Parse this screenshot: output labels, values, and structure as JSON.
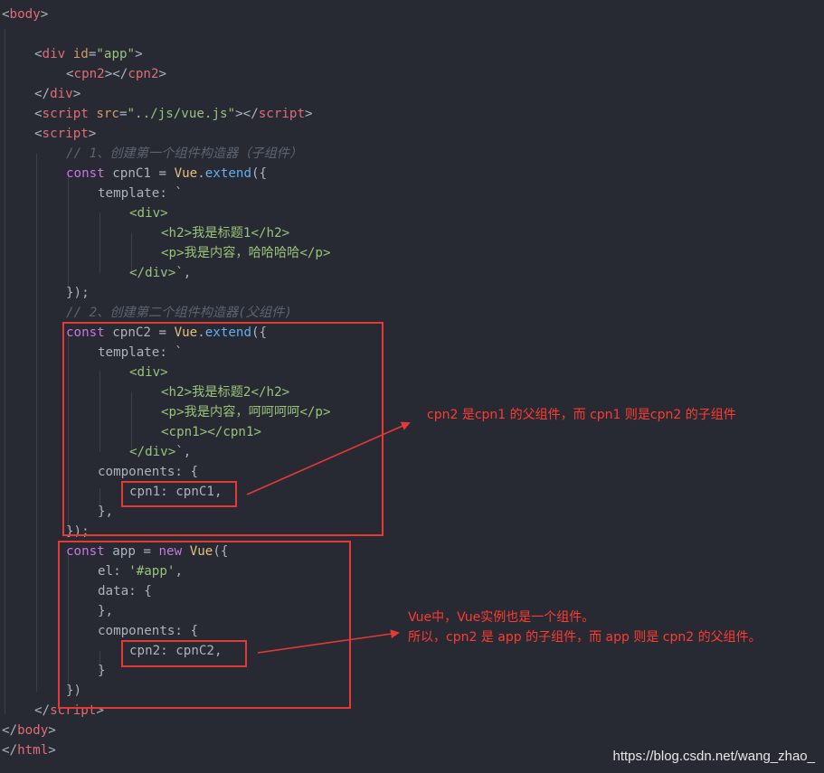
{
  "theme": {
    "background": "#272a33",
    "default": "#abb2bf",
    "tag": "#e06c75",
    "tag_bracket": "#abb2bf",
    "attr": "#d19a66",
    "string": "#98c379",
    "keyword": "#c678dd",
    "identifier": "#e5c07b",
    "function": "#61afef",
    "comment": "#5c6370",
    "html_in_template": "#98c379",
    "annotation": "#ff3b30"
  },
  "code_lines": [
    [
      [
        "<",
        "b"
      ],
      [
        "body",
        "t"
      ],
      [
        ">",
        "b"
      ]
    ],
    [],
    [
      [
        "<",
        "b"
      ],
      [
        "div",
        "t"
      ],
      [
        " ",
        "d"
      ],
      [
        "id",
        "a"
      ],
      [
        "=",
        "d"
      ],
      [
        "\"app\"",
        "s"
      ],
      [
        ">",
        "b"
      ]
    ],
    [
      [
        "<",
        "b"
      ],
      [
        "cpn2",
        "t"
      ],
      [
        "></",
        "b"
      ],
      [
        "cpn2",
        "t"
      ],
      [
        ">",
        "b"
      ]
    ],
    [
      [
        "</",
        "b"
      ],
      [
        "div",
        "t"
      ],
      [
        ">",
        "b"
      ]
    ],
    [
      [
        "<",
        "b"
      ],
      [
        "script",
        "t"
      ],
      [
        " ",
        "d"
      ],
      [
        "src",
        "a"
      ],
      [
        "=",
        "d"
      ],
      [
        "\"../js/vue.js\"",
        "s"
      ],
      [
        "></",
        "b"
      ],
      [
        "script",
        "t"
      ],
      [
        ">",
        "b"
      ]
    ],
    [
      [
        "<",
        "b"
      ],
      [
        "script",
        "t"
      ],
      [
        ">",
        "b"
      ]
    ],
    [
      [
        "// 1、创建第一个组件构造器（子组件）",
        "c"
      ]
    ],
    [
      [
        "const",
        "k"
      ],
      [
        " cpnC1 = ",
        "d"
      ],
      [
        "Vue",
        "i"
      ],
      [
        ".",
        "d"
      ],
      [
        "extend",
        "f"
      ],
      [
        "({",
        "d"
      ]
    ],
    [
      [
        "template",
        "d"
      ],
      [
        ": `",
        "d"
      ]
    ],
    [
      [
        "<div>",
        "h"
      ]
    ],
    [
      [
        "<h2>",
        "h"
      ],
      [
        "我是标题1",
        "h"
      ],
      [
        "</h2>",
        "h"
      ]
    ],
    [
      [
        "<p>",
        "h"
      ],
      [
        "我是内容，哈哈哈哈",
        "h"
      ],
      [
        "</p>",
        "h"
      ]
    ],
    [
      [
        "</div>",
        "h"
      ],
      [
        "`,",
        "d"
      ]
    ],
    [
      [
        "});",
        "d"
      ]
    ],
    [
      [
        "// 2、创建第二个组件构造器(父组件)",
        "c"
      ]
    ],
    [
      [
        "const",
        "k"
      ],
      [
        " cpnC2 = ",
        "d"
      ],
      [
        "Vue",
        "i"
      ],
      [
        ".",
        "d"
      ],
      [
        "extend",
        "f"
      ],
      [
        "({",
        "d"
      ]
    ],
    [
      [
        "template",
        "d"
      ],
      [
        ": `",
        "d"
      ]
    ],
    [
      [
        "<div>",
        "h"
      ]
    ],
    [
      [
        "<h2>",
        "h"
      ],
      [
        "我是标题2",
        "h"
      ],
      [
        "</h2>",
        "h"
      ]
    ],
    [
      [
        "<p>",
        "h"
      ],
      [
        "我是内容，呵呵呵呵",
        "h"
      ],
      [
        "</p>",
        "h"
      ]
    ],
    [
      [
        "<cpn1></cpn1>",
        "h"
      ]
    ],
    [
      [
        "</div>",
        "h"
      ],
      [
        "`,",
        "d"
      ]
    ],
    [
      [
        "components",
        "d"
      ],
      [
        ": {",
        "d"
      ]
    ],
    [
      [
        "cpn1",
        "d"
      ],
      [
        ": cpnC1,",
        "d"
      ]
    ],
    [
      [
        "},",
        "d"
      ]
    ],
    [
      [
        "});",
        "d"
      ]
    ],
    [
      [
        "const",
        "k"
      ],
      [
        " app = ",
        "d"
      ],
      [
        "new",
        "k"
      ],
      [
        " ",
        "d"
      ],
      [
        "Vue",
        "i"
      ],
      [
        "({",
        "d"
      ]
    ],
    [
      [
        "el",
        "d"
      ],
      [
        ": ",
        "d"
      ],
      [
        "'#app'",
        "s"
      ],
      [
        ",",
        "d"
      ]
    ],
    [
      [
        "data",
        "d"
      ],
      [
        ": {",
        "d"
      ]
    ],
    [
      [
        "},",
        "d"
      ]
    ],
    [
      [
        "components",
        "d"
      ],
      [
        ": {",
        "d"
      ]
    ],
    [
      [
        "cpn2",
        "d"
      ],
      [
        ": cpnC2,",
        "d"
      ]
    ],
    [
      [
        "}",
        "d"
      ]
    ],
    [
      [
        "})",
        "d"
      ]
    ],
    [
      [
        "</",
        "b"
      ],
      [
        "script",
        "t"
      ],
      [
        ">",
        "b"
      ]
    ],
    [
      [
        "</",
        "b"
      ],
      [
        "body",
        "t"
      ],
      [
        ">",
        "b"
      ]
    ],
    [
      [
        "</",
        "b"
      ],
      [
        "html",
        "t"
      ],
      [
        ">",
        "b"
      ]
    ]
  ],
  "annotations": {
    "note1": "cpn2 是cpn1 的父组件，而 cpn1 则是cpn2 的子组件",
    "note2_line1": "Vue中，Vue实例也是一个组件。",
    "note2_line2": "所以，cpn2 是 app 的子组件，而 app 则是 cpn2 的父组件。"
  },
  "watermark": "https://blog.csdn.net/wang_zhao_"
}
